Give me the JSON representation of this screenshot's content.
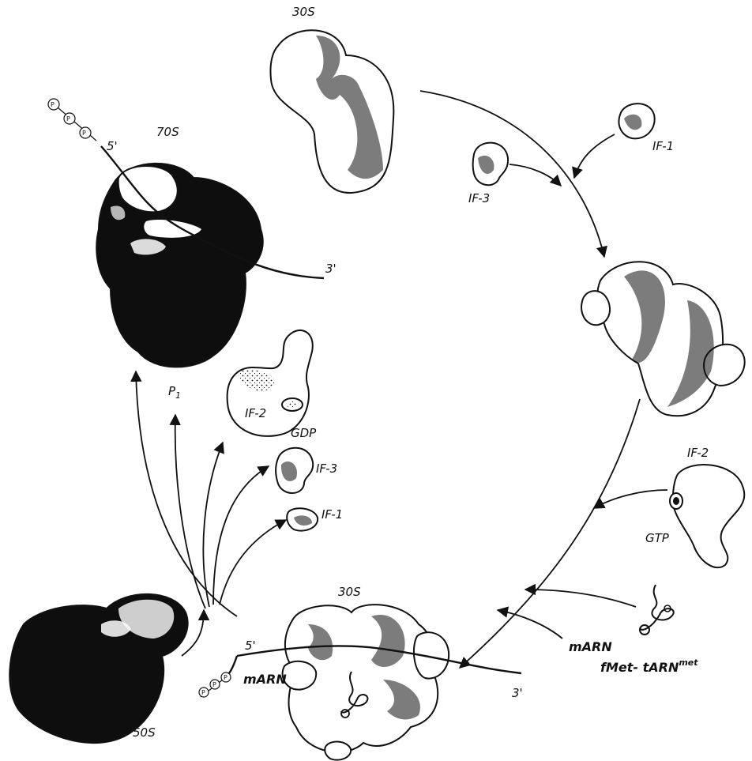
{
  "labels": {
    "s30_top": "30S",
    "if1_top": "IF-1",
    "if3_top": "IF-3",
    "s70": "70S",
    "five_prime_top": "5'",
    "three_prime_top": "3'",
    "pi": "P",
    "pi_sub": "1",
    "if2_mid": "IF-2",
    "gdp": "GDP",
    "if3_mid": "IF-3",
    "if1_mid": "IF-1",
    "if2_right": "IF-2",
    "gtp": "GTP",
    "s30_bottom": "30S",
    "marn_right": "mARN",
    "fmet": "fMet- tARN",
    "fmet_sup": "met",
    "five_prime_bottom": "5'",
    "three_prime_bottom": "3'",
    "marn_bottom": "mARN",
    "s50": "50S",
    "phosphate": "P"
  }
}
